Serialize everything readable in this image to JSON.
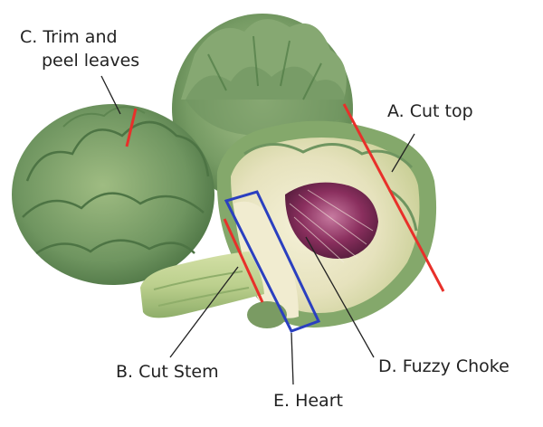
{
  "labels": {
    "a": "A. Cut top",
    "b": "B. Cut Stem",
    "c_line1": "C. Trim and",
    "c_line2": "peel leaves",
    "d": "D. Fuzzy Choke",
    "e": "E. Heart"
  },
  "colors": {
    "cut_line": "#e8302a",
    "heart_box": "#2a3fc0",
    "leader": "#222222",
    "artichoke_green": "#7da06a",
    "artichoke_dark": "#4f7a45",
    "stem": "#b9cf8a",
    "choke_purple": "#8a2f5e",
    "heart_cream": "#efe9c8"
  }
}
